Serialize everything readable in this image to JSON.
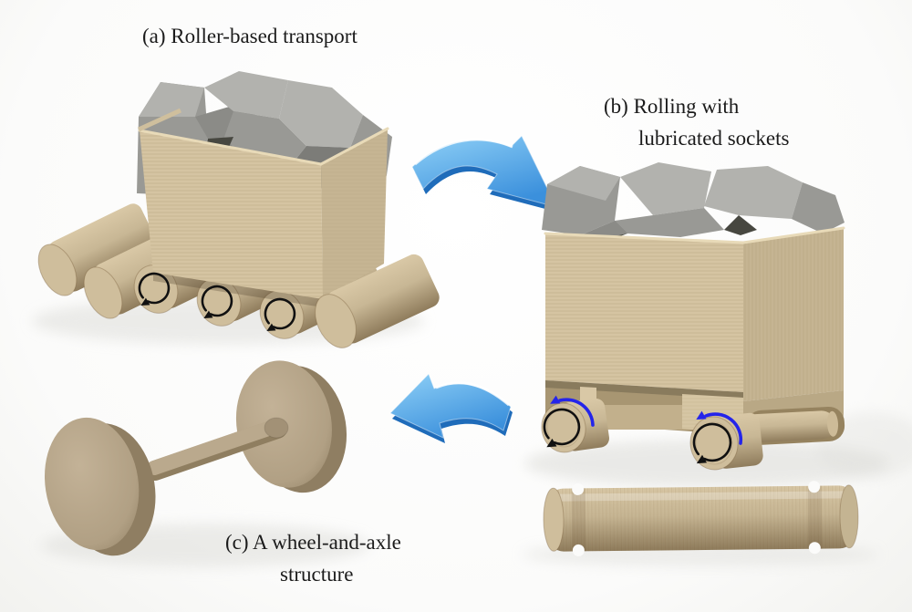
{
  "captions": {
    "a": "(a) Roller-based transport",
    "b_line1": "(b) Rolling with",
    "b_line2": "lubricated sockets",
    "c_line1": "(c) A wheel-and-axle",
    "c_line2": "structure"
  },
  "colors": {
    "background": "#fbfbfa",
    "text": "#1b1b1b",
    "wood_light": "#d9c8a6",
    "wood_mid": "#c8b795",
    "wood_dark": "#a89672",
    "wood_end": "#cfbe9c",
    "wood_shadow": "#8f7c5c",
    "wood_wheel": "#b1a084",
    "wood_wheel_light": "#c3b297",
    "wood_wheel_dark": "#8f7e62",
    "stone_light": "#b2b2ae",
    "stone_mid": "#999995",
    "stone_mid2": "#8b8b87",
    "stone_dark": "#7c7c78",
    "stone_deep": "#474740",
    "arrow_blue_light": "#90d1f7",
    "arrow_blue_mid": "#3b90dc",
    "arrow_blue_dark": "#1f6cba",
    "socket_arrow_blue": "#2424ea",
    "rotation_arrow": "#111111",
    "shadow": "#dededa"
  }
}
